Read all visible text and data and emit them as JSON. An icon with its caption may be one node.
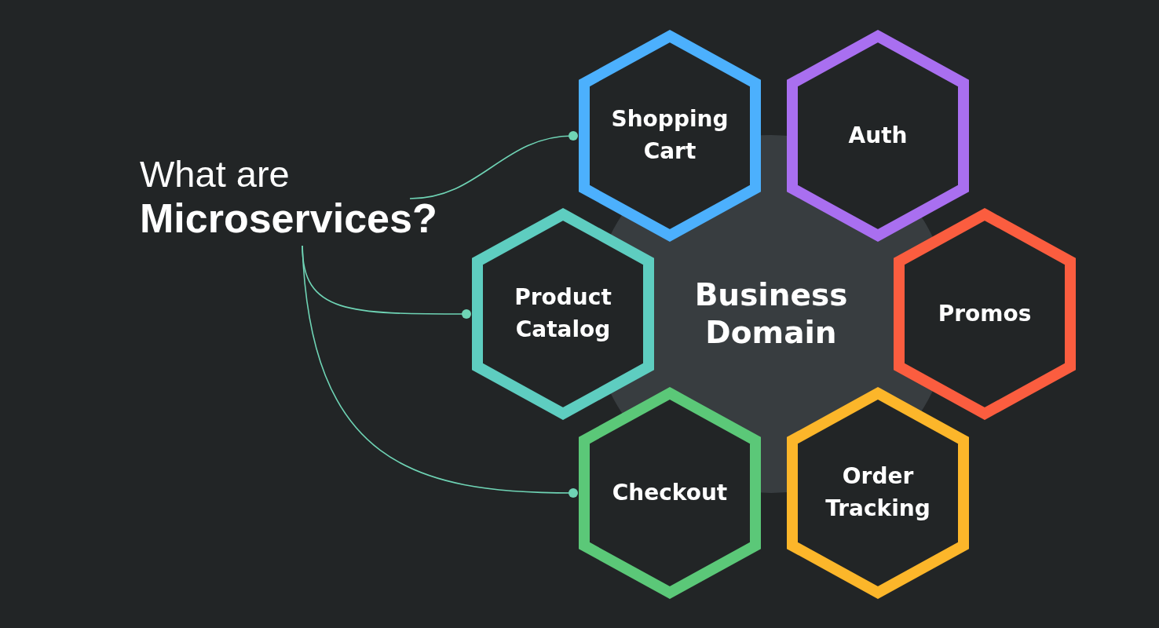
{
  "diagram": {
    "nodes": [
      {
        "text": [
          "What are **Microservices?**"
        ]
      },
      {
        "text": [
          "Shopping Cart"
        ]
      },
      {
        "text": [
          "Auth"
        ]
      },
      {
        "text": [
          "Business Domain"
        ]
      },
      {
        "text": [
          "Product Catalog"
        ]
      },
      {
        "text": [
          "Promos"
        ]
      },
      {
        "text": [
          "Checkout"
        ]
      },
      {
        "text": [
          "Order Tracking"
        ]
      }
    ],
    "edges": [
      {
        "from": 0,
        "to": 1,
        "arrow": "other"
      },
      {
        "from": 0,
        "to": 4,
        "arrow": "other"
      },
      {
        "from": 0,
        "to": 6,
        "arrow": "other"
      }
    ]
  }
}
